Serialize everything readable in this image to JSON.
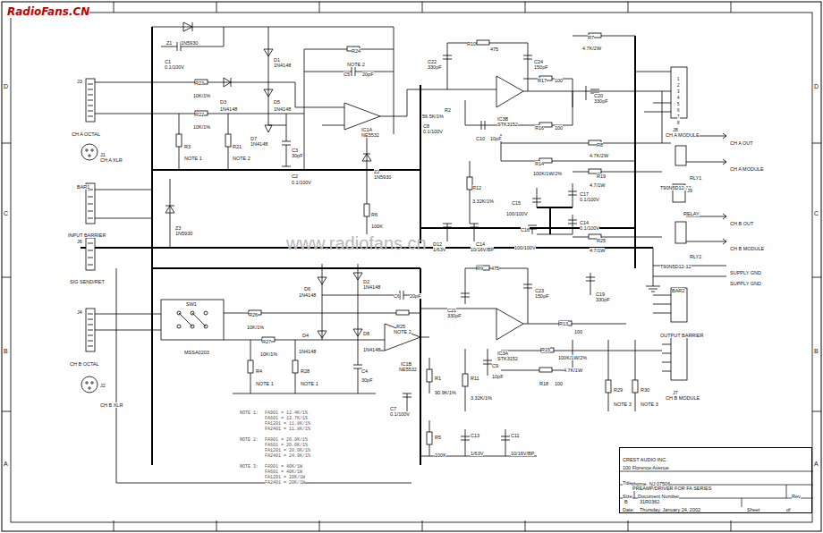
{
  "diagram": {
    "nodes": [
      {
        "text": [
          "CREST AUDIO INC.",
          "100 Florence Avenue Hawthorne, NJ 07506",
          "Title",
          "PREAMP/DRIVER FOR FA SERIES",
          "Size",
          "B",
          "Document Number",
          "31R0362",
          "Rev",
          "Date:",
          "Thursday, January 24, 2002",
          "Sheet",
          "of"
        ]
      }
    ],
    "labels": [
      "RadioFans.CN",
      "www.radiofans.cn",
      "D",
      "C",
      "B",
      "A",
      "D",
      "C",
      "B",
      "A",
      "Z1",
      "1N5930",
      "C1",
      "0.1/100V",
      "D1",
      "1N4148",
      "R24",
      "NOTE 2",
      "C5",
      "20pF",
      "R23",
      "10K/1%",
      "D3",
      "1N4148",
      "D5",
      "1N4148",
      "R22",
      "10K/1%",
      "D7",
      "1N4148",
      "C3",
      "30pF",
      "R3",
      "NOTE 1",
      "R21",
      "NOTE 2",
      "C2",
      "0.1/100V",
      "IC1A",
      "NE5532",
      "Z2",
      "1N5930",
      "R6",
      "100K",
      "C8",
      "0.1/100V",
      "R2",
      "56.5K/1%",
      "R10",
      "475",
      "C22",
      "330pF",
      "C24",
      "150pF",
      "IC3B",
      "STK3152",
      "R17",
      "100",
      "C10",
      "10pF",
      "R16",
      "100",
      "C20",
      "330pF",
      "R7",
      "4.7K/2W",
      "J8",
      "CH A MODULE",
      "1",
      "2",
      "3",
      "4",
      "5",
      "6",
      "7",
      "8",
      "R8",
      "4.7K/2W",
      "R14",
      "100K/1W/2%",
      "R19",
      "4.7/1W",
      "R12",
      "3.32K/1%",
      "C15",
      "100/100V",
      "C17",
      "0.1/100V",
      "C16",
      "100/100V",
      "C14",
      "0.1/100V",
      "R25",
      "4.7/1W",
      "D12",
      "1/63V",
      "C14",
      "10/16V/BP",
      "J3",
      "CH A OCTAL",
      "J1",
      "CH A XLR",
      "BAR1",
      "INPUT BARRIER",
      "Z3",
      "1N5930",
      "J6",
      "SIG SEND/RET",
      "CH A OUT",
      "CH A MODULE",
      "RLY1",
      "T90N5D12-12",
      "J9",
      "RELAY",
      "CH B OUT",
      "CH B MODULE",
      "RLY2",
      "T90N5D12-12",
      "SUPPLY GND",
      "SUPPLY GND",
      "D6",
      "1N4148",
      "D2",
      "1N4148",
      "C6",
      "20pF",
      "R25",
      "NOTE 2",
      "R26",
      "10K/1%",
      "SW1",
      "MSSA0203",
      "R27",
      "10K/1%",
      "D4",
      "1N4148",
      "D8",
      "1N4148",
      "IC1B",
      "NE5532",
      "R4",
      "NOTE 1",
      "R28",
      "NOTE 1",
      "C4",
      "30pF",
      "J4",
      "CH B OCTAL",
      "J2",
      "CH B XLR",
      "R1",
      "90.9K/1%",
      "C7",
      "0.1/100V",
      "R11",
      "3.32K/1%",
      "C9",
      "10pF",
      "R9",
      "475",
      "C21",
      "330pF",
      "C23",
      "150pF",
      "IC3A",
      "STK3152",
      "R13",
      "100",
      "C19",
      "330pF",
      "R15",
      "100K/1W/2%",
      "R18",
      "100",
      "4.7K/1W",
      "R29",
      "NOTE 3",
      "R30",
      "NOTE 3",
      "J7",
      "CH B MODULE",
      "BAR2",
      "OUTPUT BARRIER",
      "R5",
      "100K",
      "C13",
      "1/63V",
      "C11",
      "10/16V/BP",
      "NOTE 1:",
      "FA901 = 12.4K/1%",
      "FA601 = 12.7K/1%",
      "FA1201 = 11.8K/1%",
      "FA2401 = 11.8K/1%",
      "NOTE 2:",
      "FA901 = 20.0K/1%",
      "FA601 = 20.0K/1%",
      "FA1201 = 20.0K/1%",
      "FA2401 = 24.9K/1%",
      "NOTE 3:",
      "FA901 = 40K/1W",
      "FA601 = 40K/1W",
      "FA1201 = 20K/1W",
      "FA2401 = 20K/1W"
    ]
  }
}
